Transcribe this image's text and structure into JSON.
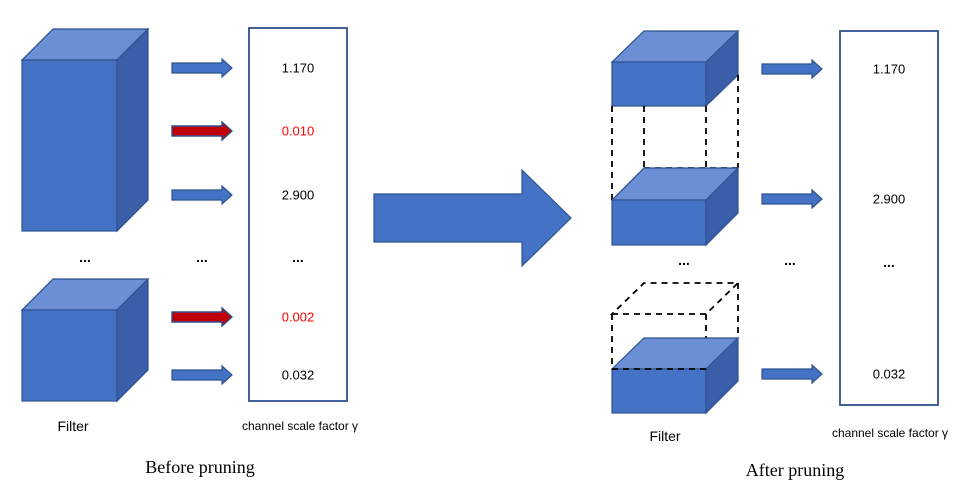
{
  "before": {
    "values": [
      {
        "text": "1.170",
        "pruned": false
      },
      {
        "text": "0.010",
        "pruned": true
      },
      {
        "text": "2.900",
        "pruned": false
      },
      {
        "text": "...",
        "pruned": false
      },
      {
        "text": "0.002",
        "pruned": true
      },
      {
        "text": "0.032",
        "pruned": false
      }
    ],
    "filter_label": "Filter",
    "scale_label": "channel scale factor  γ",
    "caption": "Before pruning",
    "ellipsis": "..."
  },
  "after": {
    "values": [
      {
        "text": "1.170"
      },
      {
        "text": "2.900"
      },
      {
        "text": "..."
      },
      {
        "text": "0.032"
      }
    ],
    "filter_label": "Filter",
    "scale_label": "channel scale factor  γ",
    "caption": "After pruning",
    "ellipsis": "..."
  },
  "colors": {
    "filter_blue": "#4472C4",
    "pruned_arrow": "#C00000",
    "pruned_text": "#FF0000"
  }
}
